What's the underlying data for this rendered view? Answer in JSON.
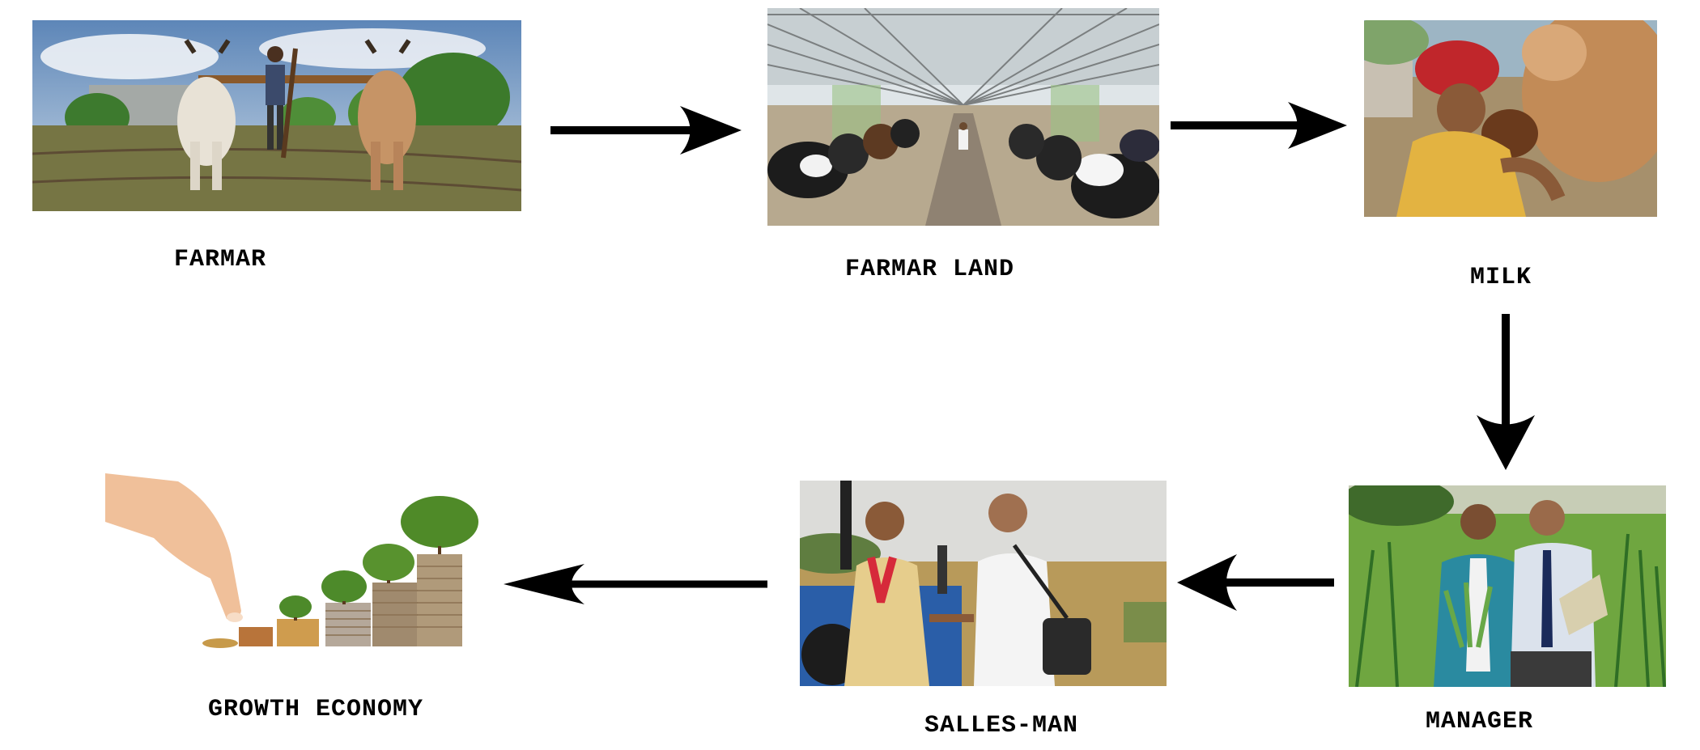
{
  "nodes": {
    "farmar": {
      "label": "FARMAR"
    },
    "farmar_land": {
      "label": "FARMAR LAND"
    },
    "milk": {
      "label": "MILK"
    },
    "manager": {
      "label": "MANAGER"
    },
    "salles_man": {
      "label": "SALLES-MAN"
    },
    "growth_economy": {
      "label": "GROWTH ECONOMY"
    }
  },
  "colors": {
    "arrow": "#000000",
    "text": "#000000",
    "background": "#ffffff"
  }
}
